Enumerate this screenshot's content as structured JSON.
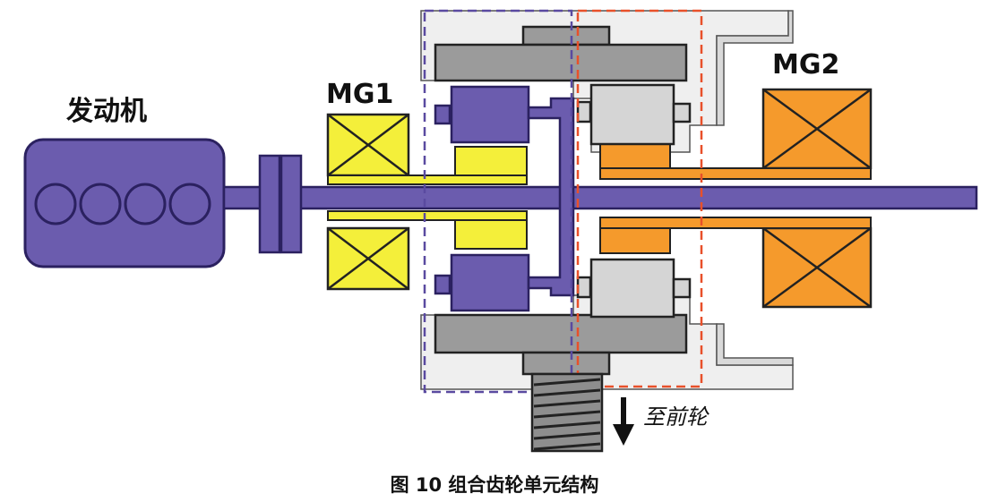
{
  "labels": {
    "engine": "发动机",
    "mg1": "MG1",
    "mg2": "MG2",
    "to_front_wheels": "至前轮",
    "caption": "图 10  组合齿轮单元结构"
  },
  "colors": {
    "engine_purple": "#6b5cae",
    "outline": "#2b2160",
    "mg1_yellow": "#f4ef3a",
    "mg2_orange": "#f59a2c",
    "gear_grey": "#9b9b9b",
    "light_grey": "#d8d8d8",
    "case_frame": "#e9e9e9",
    "dash_purple": "#5a4aa0",
    "dash_red": "#e8502a"
  }
}
